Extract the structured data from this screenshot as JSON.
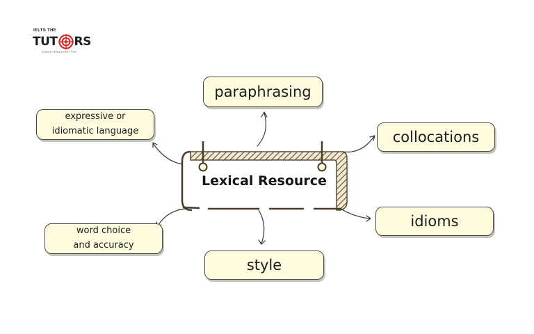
{
  "logo": {
    "top_text": "IELTS THE",
    "word_left": "TUT",
    "word_right": "RS",
    "tagline": "#SMARTERWAYBETTER"
  },
  "center": {
    "label": "Lexical Resource"
  },
  "nodes": {
    "paraphrasing": "paraphrasing",
    "collocations": "collocations",
    "idioms": "idioms",
    "style": "style",
    "expressive_line1": "expressive or",
    "expressive_line2": "idiomatic language",
    "word_choice_line1": "word choice",
    "word_choice_line2": "and accuracy"
  },
  "colors": {
    "box_fill": "#fefbde",
    "box_border": "#4a4a44",
    "center_frame": "#5b4a30",
    "logo_target": "#d62828"
  }
}
